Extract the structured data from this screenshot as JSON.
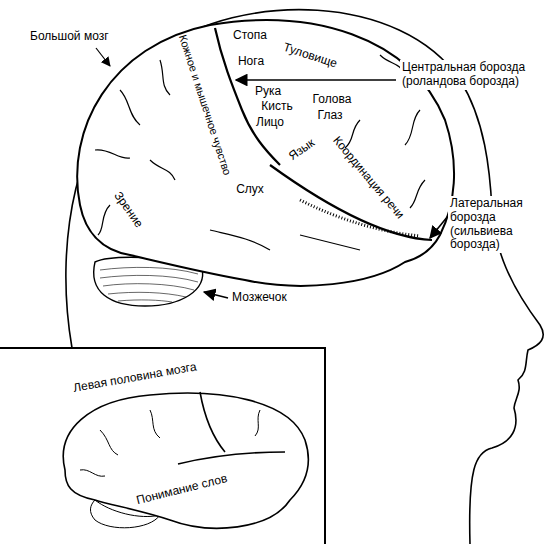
{
  "diagram": {
    "labels": [
      "Большой мозг",
      "Стопа",
      "Туловище",
      "Нога",
      "Рука",
      "Кисть",
      "Голова",
      "Глаз",
      "Лицо",
      "Язык",
      "Координация речи",
      "Кожное и мышечное чувство",
      "Слух",
      "Зрение",
      "Центральная борозда (роландова борозда)",
      "Латеральная борозда (сильвиева борозда)",
      "Мозжечок",
      "Левая половина мозга",
      "Понимание слов"
    ]
  }
}
